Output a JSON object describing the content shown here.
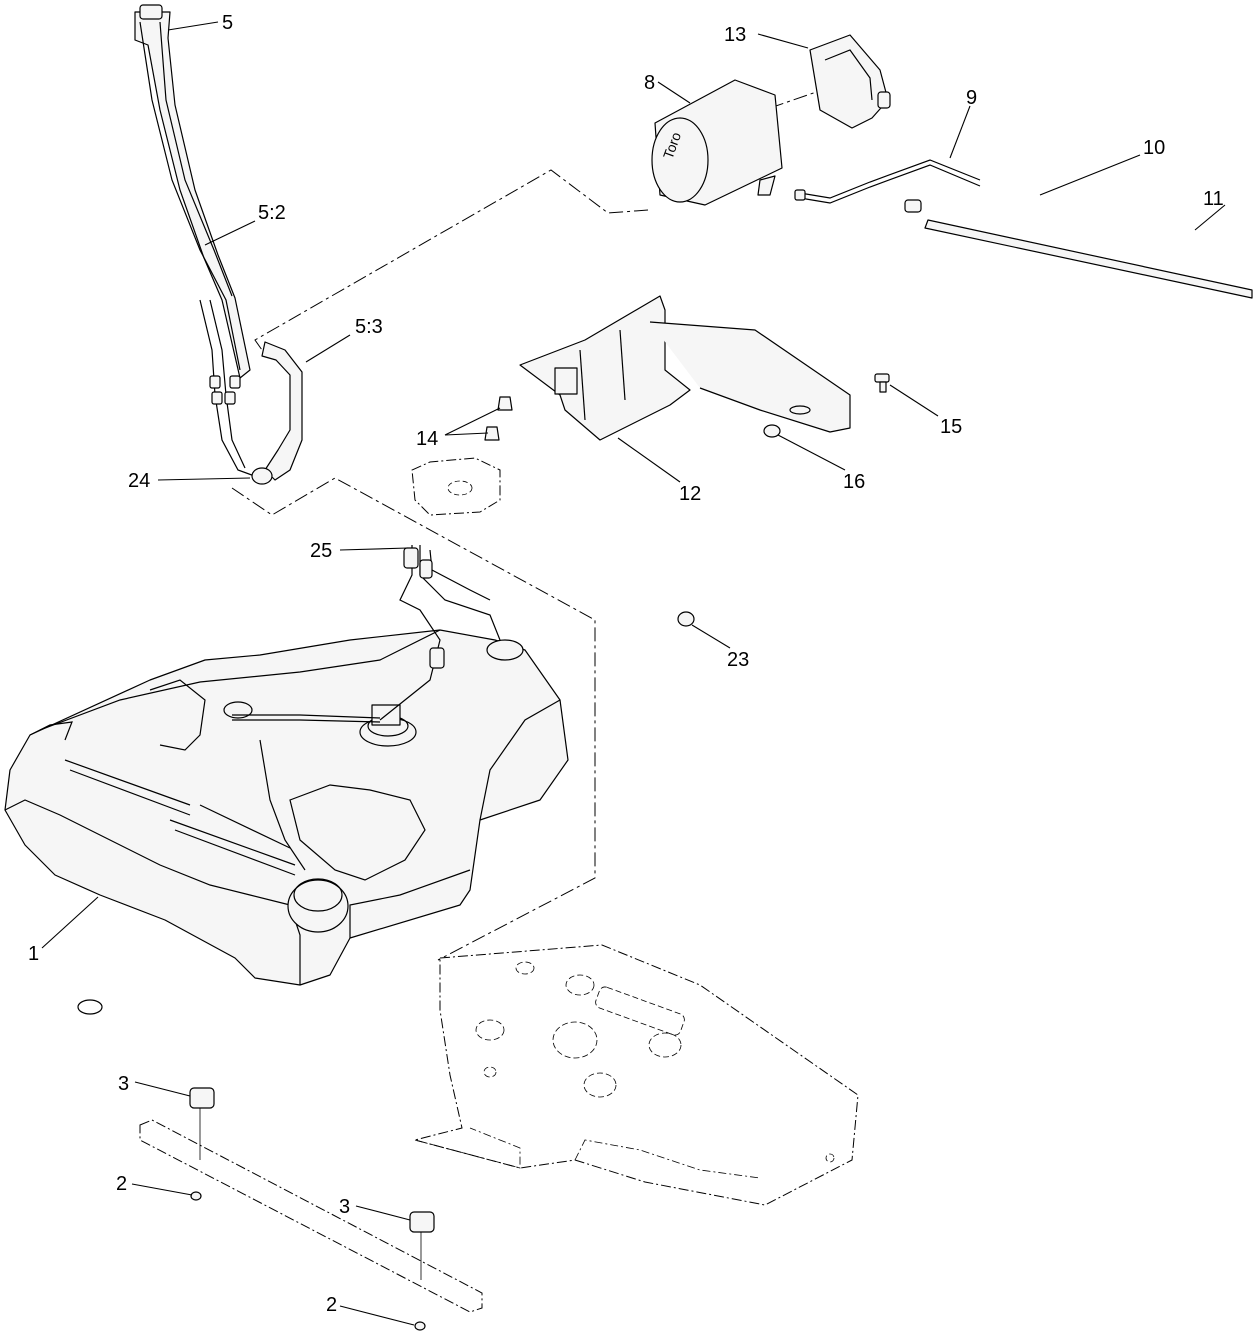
{
  "callouts": [
    {
      "id": "c5",
      "label": "5"
    },
    {
      "id": "c13",
      "label": "13"
    },
    {
      "id": "c8",
      "label": "8"
    },
    {
      "id": "c9",
      "label": "9"
    },
    {
      "id": "c10",
      "label": "10"
    },
    {
      "id": "c11",
      "label": "11"
    },
    {
      "id": "c5_2",
      "label": "5:2"
    },
    {
      "id": "c5_3",
      "label": "5:3"
    },
    {
      "id": "c14",
      "label": "14"
    },
    {
      "id": "c15",
      "label": "15"
    },
    {
      "id": "c16",
      "label": "16"
    },
    {
      "id": "c12",
      "label": "12"
    },
    {
      "id": "c24",
      "label": "24"
    },
    {
      "id": "c25",
      "label": "25"
    },
    {
      "id": "c23",
      "label": "23"
    },
    {
      "id": "c1",
      "label": "1"
    },
    {
      "id": "c3a",
      "label": "3"
    },
    {
      "id": "c2a",
      "label": "2"
    },
    {
      "id": "c3b",
      "label": "3"
    },
    {
      "id": "c2b",
      "label": "2"
    }
  ],
  "parts": [
    {
      "icon": "fuel-tank-icon",
      "callout": "1"
    },
    {
      "icon": "nut-icon",
      "callout": "2"
    },
    {
      "icon": "bumper-icon",
      "callout": "3"
    },
    {
      "icon": "filler-neck-icon",
      "callout": "5"
    },
    {
      "icon": "carbon-canister-icon",
      "callout": "8"
    },
    {
      "icon": "vent-hose-icon",
      "callout": "9"
    },
    {
      "icon": "fitting-icon",
      "callout": "10"
    },
    {
      "icon": "vent-tube-icon",
      "callout": "11"
    },
    {
      "icon": "canister-bracket-icon",
      "callout": "12"
    },
    {
      "icon": "canister-strap-icon",
      "callout": "13"
    },
    {
      "icon": "screw-icon",
      "callout": "14"
    },
    {
      "icon": "bolt-icon",
      "callout": "15"
    },
    {
      "icon": "nut-icon",
      "callout": "16"
    },
    {
      "icon": "grommet-icon",
      "callout": "23"
    },
    {
      "icon": "hose-clamp-icon",
      "callout": "24"
    },
    {
      "icon": "fuel-line-icon",
      "callout": "25"
    }
  ]
}
